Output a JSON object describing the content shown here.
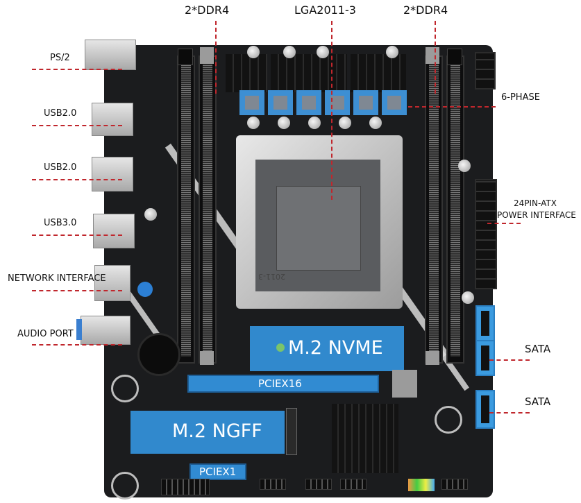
{
  "title": "X99 Motherboard Layout Diagram",
  "callouts": {
    "top_left_ddr4": "2*DDR4",
    "cpu_socket": "LGA2011-3",
    "top_right_ddr4": "2*DDR4",
    "vrm": "6-PHASE",
    "atx_power_line1": "24PIN-ATX",
    "atx_power_line2": "POWER INTERFACE",
    "sata_upper": "SATA",
    "sata_lower": "SATA",
    "ps2": "PS/2",
    "usb2_upper": "USB2.0",
    "usb2_lower": "USB2.0",
    "usb3": "USB3.0",
    "network": "NETWORK INTERFACE",
    "audio": "AUDIO PORT"
  },
  "board_labels": {
    "m2_nvme": "M.2 NVME",
    "pcie_x16": "PCIEX16",
    "m2_ngff": "M.2 NGFF",
    "pcie_x1": "PCIEX1",
    "socket_stamp": "2011-3"
  },
  "colors": {
    "callout_line": "#c0272d",
    "highlight_blue": "#3498e6",
    "board": "#1b1c1e"
  }
}
